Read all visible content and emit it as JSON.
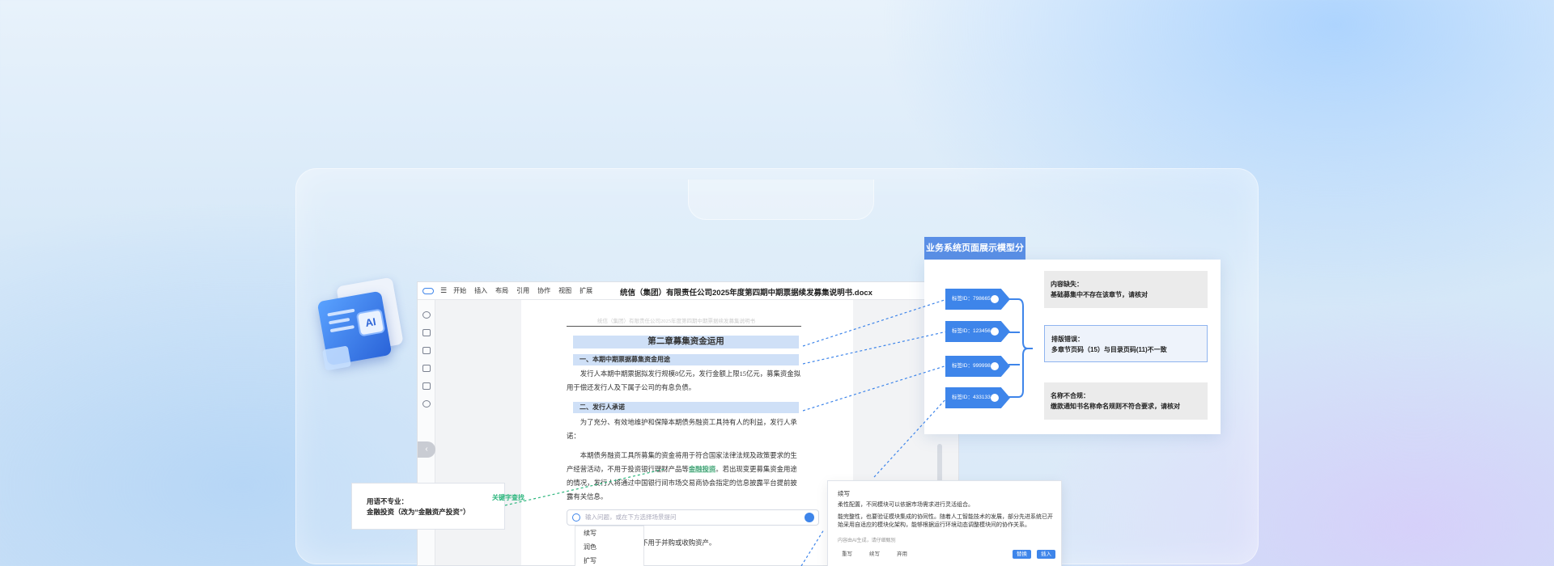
{
  "frame": {},
  "editor": {
    "menu": [
      "开始",
      "插入",
      "布局",
      "引用",
      "协作",
      "视图",
      "扩展"
    ],
    "title": "统信（集团）有限责任公司2025年度第四期中期票据续发募集说明书.docx",
    "faint_header": "统信（集团）有限责任公司2025年度第四期中期票据续发募集说明书",
    "chapter": "第二章募集资金运用",
    "sec1": "一、本期中期票据募集资金用途",
    "p1": "发行人本期中期票据拟发行规模8亿元，发行金额上限15亿元，募集资金拟用于偿还发行人及下属子公司的有息负债。",
    "sec2": "二、发行人承诺",
    "p2": "为了充分、有效地维护和保障本期债务融资工具持有人的利益，发行人承诺：",
    "p3a": "本期债务融资工具所募集的资金将用于符合国家法律法规及政策要求的生产经营活动，不用于投资银行理财产品等",
    "p3hl": "金融投资",
    "p3b": "。若出现变更募集资金用途的情况，发行人将通过中国银行间市场交易商协会指定的信息披露平台提前披露有关信息。",
    "p4": "发行人承诺募集资金不用于并购或收购资产。",
    "ask_placeholder": "输入问题，或在下方选择场景提问",
    "context_menu": [
      "续写",
      "润色",
      "扩写"
    ]
  },
  "ai_badge": {
    "label": "AI"
  },
  "left_note": {
    "title": "用语不专业：",
    "body": "金融投资（改为“金融资产投资”）",
    "keyword_label": "关键字查找"
  },
  "right_panel": {
    "header": "业务系统页面展示模型分析结果",
    "tags": [
      "标签ID：798665",
      "标签ID：123456",
      "标签ID：999998",
      "标签ID：433133"
    ],
    "results": [
      {
        "title": "内容缺失：",
        "body": "基础募集中不存在该章节，请核对"
      },
      {
        "title": "排版错误：",
        "body": "多章节页码（15）与目录页码(11)不一致"
      },
      {
        "title": "名称不合规：",
        "body": "缴款通知书名称命名规则不符合要求，请核对"
      }
    ]
  },
  "ai_card": {
    "heading": "续写",
    "line1": "柔性配置，不同模块可以依据市场需求进行灵活组合。",
    "line2": "能完整性，也要验证模块集成的协同性。随着人工智能技术的发展，部分先进系统已开始采用自适应的模块化架构，能够根据运行环境动态调整模块间的协作关系。",
    "status": "内容由AI生成，请仔细甄别",
    "actions": [
      "重写",
      "续写",
      "弃用"
    ],
    "primary_buttons": [
      "替换",
      "插入"
    ]
  },
  "colors": {
    "accent": "#3e85ea",
    "highlight": "#cfe0f7",
    "keyword": "#2cb67d"
  }
}
